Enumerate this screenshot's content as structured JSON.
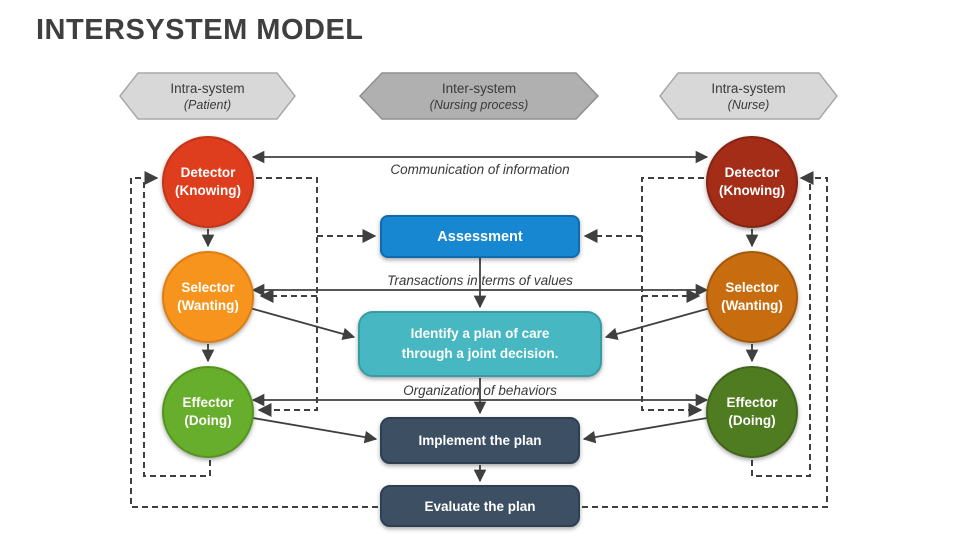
{
  "title": "INTERSYSTEM MODEL",
  "banners": {
    "left": {
      "line1": "Intra-system",
      "line2": "(Patient)"
    },
    "center": {
      "line1": "Inter-system",
      "line2": "(Nursing process)"
    },
    "right": {
      "line1": "Intra-system",
      "line2": "(Nurse)"
    }
  },
  "patient_system": {
    "detector": {
      "line1": "Detector",
      "line2": "(Knowing)",
      "color": "#df3e1e"
    },
    "selector": {
      "line1": "Selector",
      "line2": "(Wanting)",
      "color": "#f7941d"
    },
    "effector": {
      "line1": "Effector",
      "line2": "(Doing)",
      "color": "#67ae2c"
    }
  },
  "nurse_system": {
    "detector": {
      "line1": "Detector",
      "line2": "(Knowing)",
      "color": "#a42d18"
    },
    "selector": {
      "line1": "Selector",
      "line2": "(Wanting)",
      "color": "#c86d0f"
    },
    "effector": {
      "line1": "Effector",
      "line2": "(Doing)",
      "color": "#4f7b21"
    }
  },
  "process_steps": {
    "assessment": {
      "label": "Assessment",
      "color": "#1787d2"
    },
    "plan": {
      "label": "Identify a plan of care through a joint decision.",
      "color": "#47b8c1"
    },
    "implement": {
      "label": "Implement the plan",
      "color": "#3c4f63"
    },
    "evaluate": {
      "label": "Evaluate the plan",
      "color": "#3c4f63"
    }
  },
  "flow_labels": {
    "communication": "Communication of information",
    "transactions": "Transactions in terms of values",
    "organization": "Organization of behaviors"
  },
  "colors": {
    "arrow": "#3f3f3f",
    "banner_light_fill": "#d8d8d8",
    "banner_light_stroke": "#a8a8a8",
    "banner_dark_fill": "#b0b0b0",
    "banner_dark_stroke": "#8f8f8f",
    "title_text": "#3f3f3f",
    "background": "#ffffff"
  }
}
